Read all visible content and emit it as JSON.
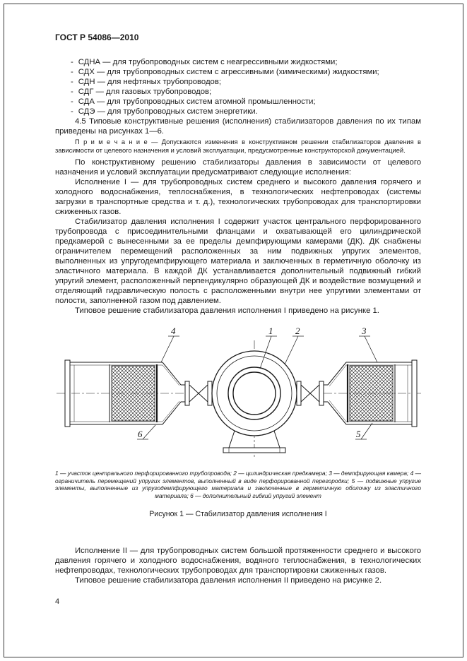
{
  "header": {
    "doc_code": "ГОСТ Р 54086—2010"
  },
  "list": {
    "marker": "-",
    "items": [
      "СДНА — для трубопроводных систем с неагрессивными жидкостями;",
      "СДХ — для трубопроводных систем с агрессивными (химическими) жидкостями;",
      "СДН — для нефтяных трубопроводов;",
      "СДГ — для газовых трубопроводов;",
      "СДА — для трубопроводных систем атомной промышленности;",
      "СДЭ — для трубопроводных систем энергетики."
    ]
  },
  "paragraphs": {
    "p45": "4.5  Типовые конструктивные решения (исполнения) стабилизаторов давления по их типам приведены на рисунках 1—6.",
    "note": "П р и м е ч а н и е — Допускаются изменения в конструктивном решении стабилизаторов давления в зависимости от целевого назначения и условий эксплуатации, предусмотренные конструкторской документацией.",
    "p_constr": "По конструктивному решению стабилизаторы давления в зависимости от целевого назначения и условий эксплуатации предусматривают следующие исполнения:",
    "p_isp1": "Исполнение I — для трубопроводных систем среднего и высокого давления горячего и холодного водоснабжения, теплоснабжения, в технологических нефтепроводах (системы загрузки в транспортные средства и т. д.), технологических трубопроводах для транспортировки сжиженных газов.",
    "p_stab": "Стабилизатор давления исполнения I содержит участок центрального перфорированного трубопровода с присоединительными фланцами и охватывающей его цилиндрической предкамерой с вынесенными за ее пределы демпфирующими камерами (ДК). ДК снабжены ограничителем перемещений расположенных за ним подвижных упругих элементов, выполненных из упругодемпфирующего материала и заключенных в герметичную оболочку из эластичного материала. В каждой ДК устанавливается дополнительный подвижный гибкий упругий элемент, расположенный перпендикулярно образующей ДК и воздействие возмущений и отделяющий гидравлическую полость с расположенными внутри нее упругими элементами от полости, заполненной газом под давлением.",
    "p_typ1": "Типовое решение стабилизатора давления исполнения I приведено на рисунке 1.",
    "p_isp2": "Исполнение II — для трубопроводных систем большой протяженности среднего и высокого давления горячего и холодного водоснабжения, водяного теплоснабжения, в технологических нефтепроводах, технологических трубопроводах для транспортировки сжиженных газов.",
    "p_typ2": "Типовое решение стабилизатора давления исполнения II приведено на рисунке 2."
  },
  "figure": {
    "callouts": {
      "c1": "1",
      "c2": "2",
      "c3": "3",
      "c4": "4",
      "c5": "5",
      "c6": "6"
    },
    "legend": "1 — участок центрального перфорированного трубопровода; 2 — цилиндрическая предкамера; 3 — демпфирующая камера; 4 — ограничитель перемещений упругих элементов, выполненный в виде перфорированной перегородки; 5 — подвижные упругие элементы, выполненные из упругодемпфирующего материала и заключенные в герметичную оболочку из эластичного материала; 6 — дополнительный гибкий упругий элемент",
    "caption": "Рисунок 1 — Стабилизатор давления исполнения I"
  },
  "footer": {
    "page_number": "4"
  }
}
